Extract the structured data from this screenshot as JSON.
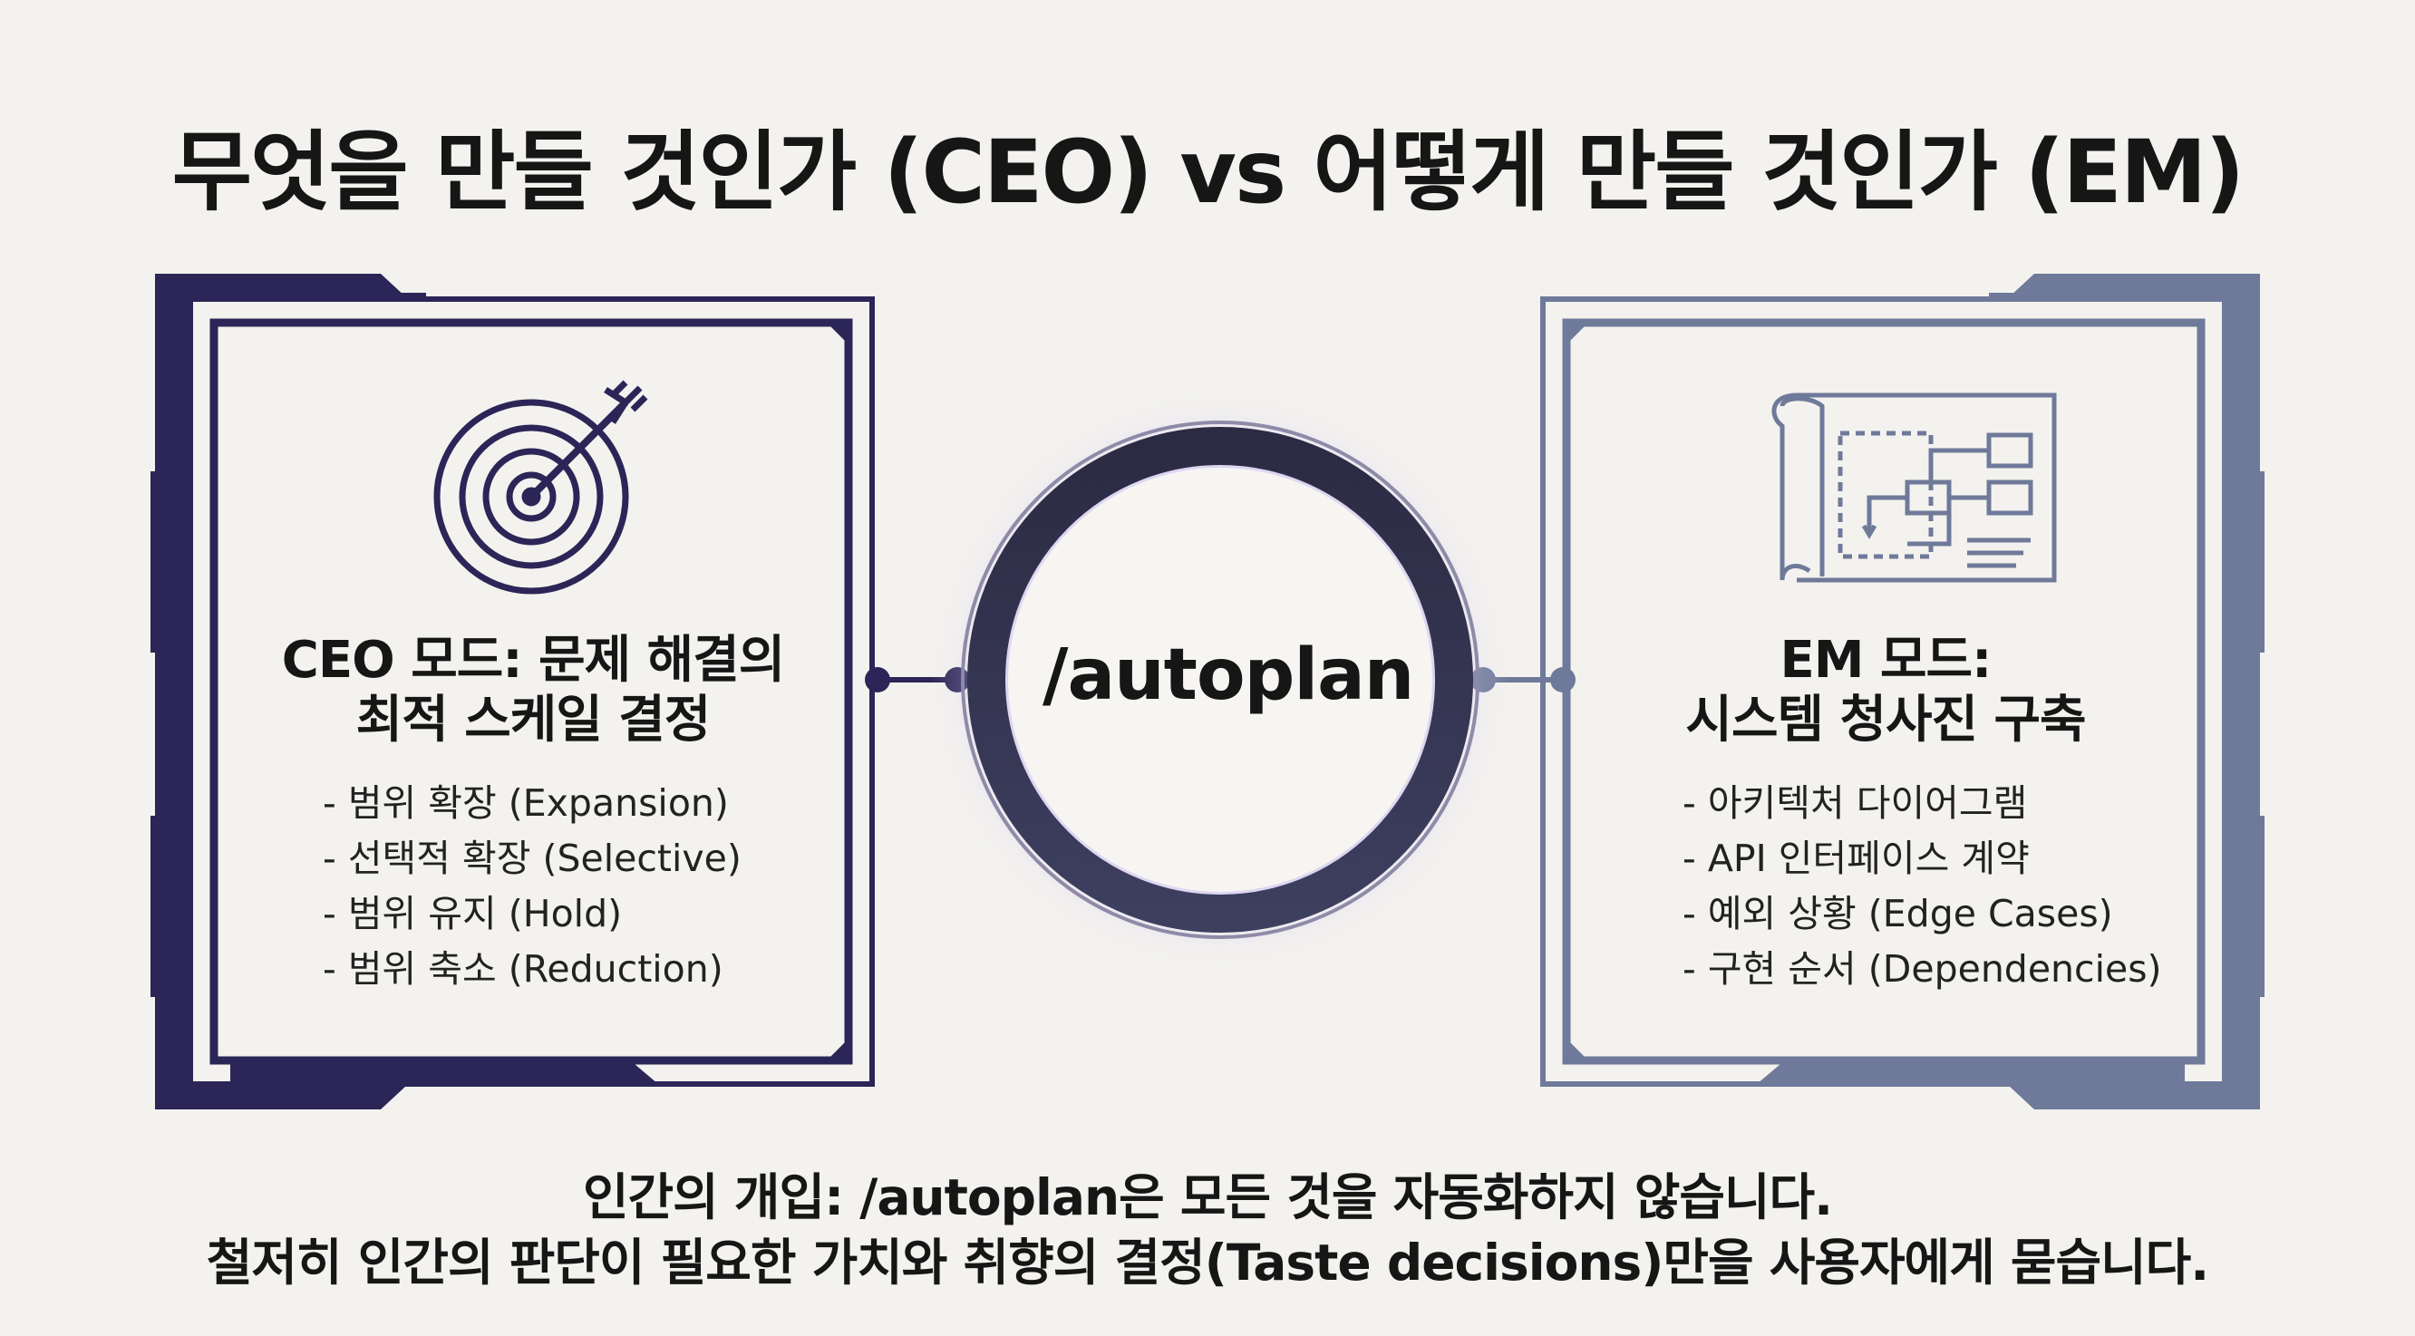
{
  "title": "무엇을 만들 것인가 (CEO) vs 어떻게 만들 것인가 (EM)",
  "center": {
    "label": "/autoplan"
  },
  "ceo": {
    "icon": "target-arrow-icon",
    "color": "#2b2657",
    "heading_line1": "CEO 모드: 문제 해결의",
    "heading_line2": "최적 스케일 결정",
    "items": [
      "- 범위 확장 (Expansion)",
      "- 선택적 확장 (Selective)",
      "- 범위 유지 (Hold)",
      "- 범위 축소 (Reduction)"
    ]
  },
  "em": {
    "icon": "blueprint-icon",
    "color": "#6f7a9a",
    "heading_line1": "EM 모드:",
    "heading_line2": "시스템 청사진 구축",
    "items": [
      "- 아키텍처 다이어그램",
      "- API 인터페이스 계약",
      "- 예외 상황 (Edge Cases)",
      "- 구현 순서 (Dependencies)"
    ]
  },
  "footer": {
    "line1": "인간의 개입: /autoplan은 모든 것을 자동화하지 않습니다.",
    "line2": "철저히 인간의 판단이 필요한 가치와 취향의 결정(Taste decisions)만을 사용자에게 묻습니다."
  }
}
